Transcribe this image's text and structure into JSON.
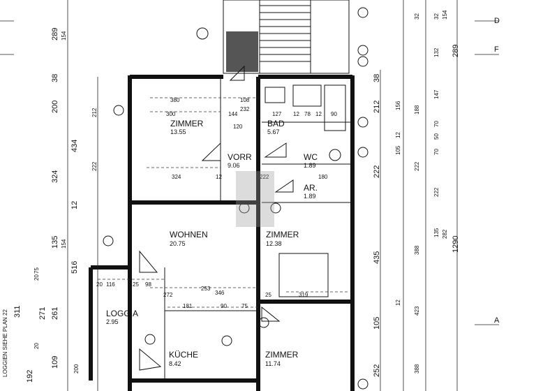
{
  "rooms": [
    {
      "name": "ZIMMER",
      "area": "13.55"
    },
    {
      "name": "VORR",
      "area": "9.06"
    },
    {
      "name": "BAD",
      "area": "5.67"
    },
    {
      "name": "WC",
      "area": "1.89"
    },
    {
      "name": "AR.",
      "area": "1.89"
    },
    {
      "name": "WOHNEN",
      "area": "20.75"
    },
    {
      "name": "ZIMMER",
      "area": "12.38"
    },
    {
      "name": "LOGGIA",
      "area": "2.95"
    },
    {
      "name": "KÜCHE",
      "area": "8.42"
    },
    {
      "name": "ZIMMER",
      "area": "11.74"
    }
  ],
  "side_note": "LOGGIEN SIEHE PLAN 22",
  "section_marks": [
    "D",
    "F",
    "A"
  ],
  "inner_dims": [
    "380",
    "108",
    "232",
    "300",
    "144",
    "127",
    "12",
    "78",
    "12",
    "90",
    "120",
    "12",
    "324",
    "222",
    "180",
    "272",
    "346",
    "253",
    "25",
    "319",
    "181",
    "90",
    "75",
    "20",
    "116",
    "25",
    "98"
  ],
  "left_dims_outer": [
    "289",
    "38",
    "200",
    "434",
    "324",
    "12",
    "135",
    "516",
    "311",
    "271",
    "261",
    "109",
    "192"
  ],
  "left_dims_inner": [
    "154",
    "212",
    "222",
    "154",
    "75",
    "20",
    "20",
    "200"
  ],
  "right_dims_inner": [
    "38",
    "212",
    "222",
    "435",
    "105",
    "252"
  ],
  "right_dims_mid": [
    "156",
    "188",
    "105",
    "222",
    "388",
    "423",
    "388"
  ],
  "right_dims_far": [
    "32",
    "132",
    "32",
    "147",
    "70",
    "50",
    "70",
    "222",
    "135",
    "12",
    "12"
  ],
  "right_dims_outer": [
    "154",
    "289",
    "1290",
    "282"
  ]
}
